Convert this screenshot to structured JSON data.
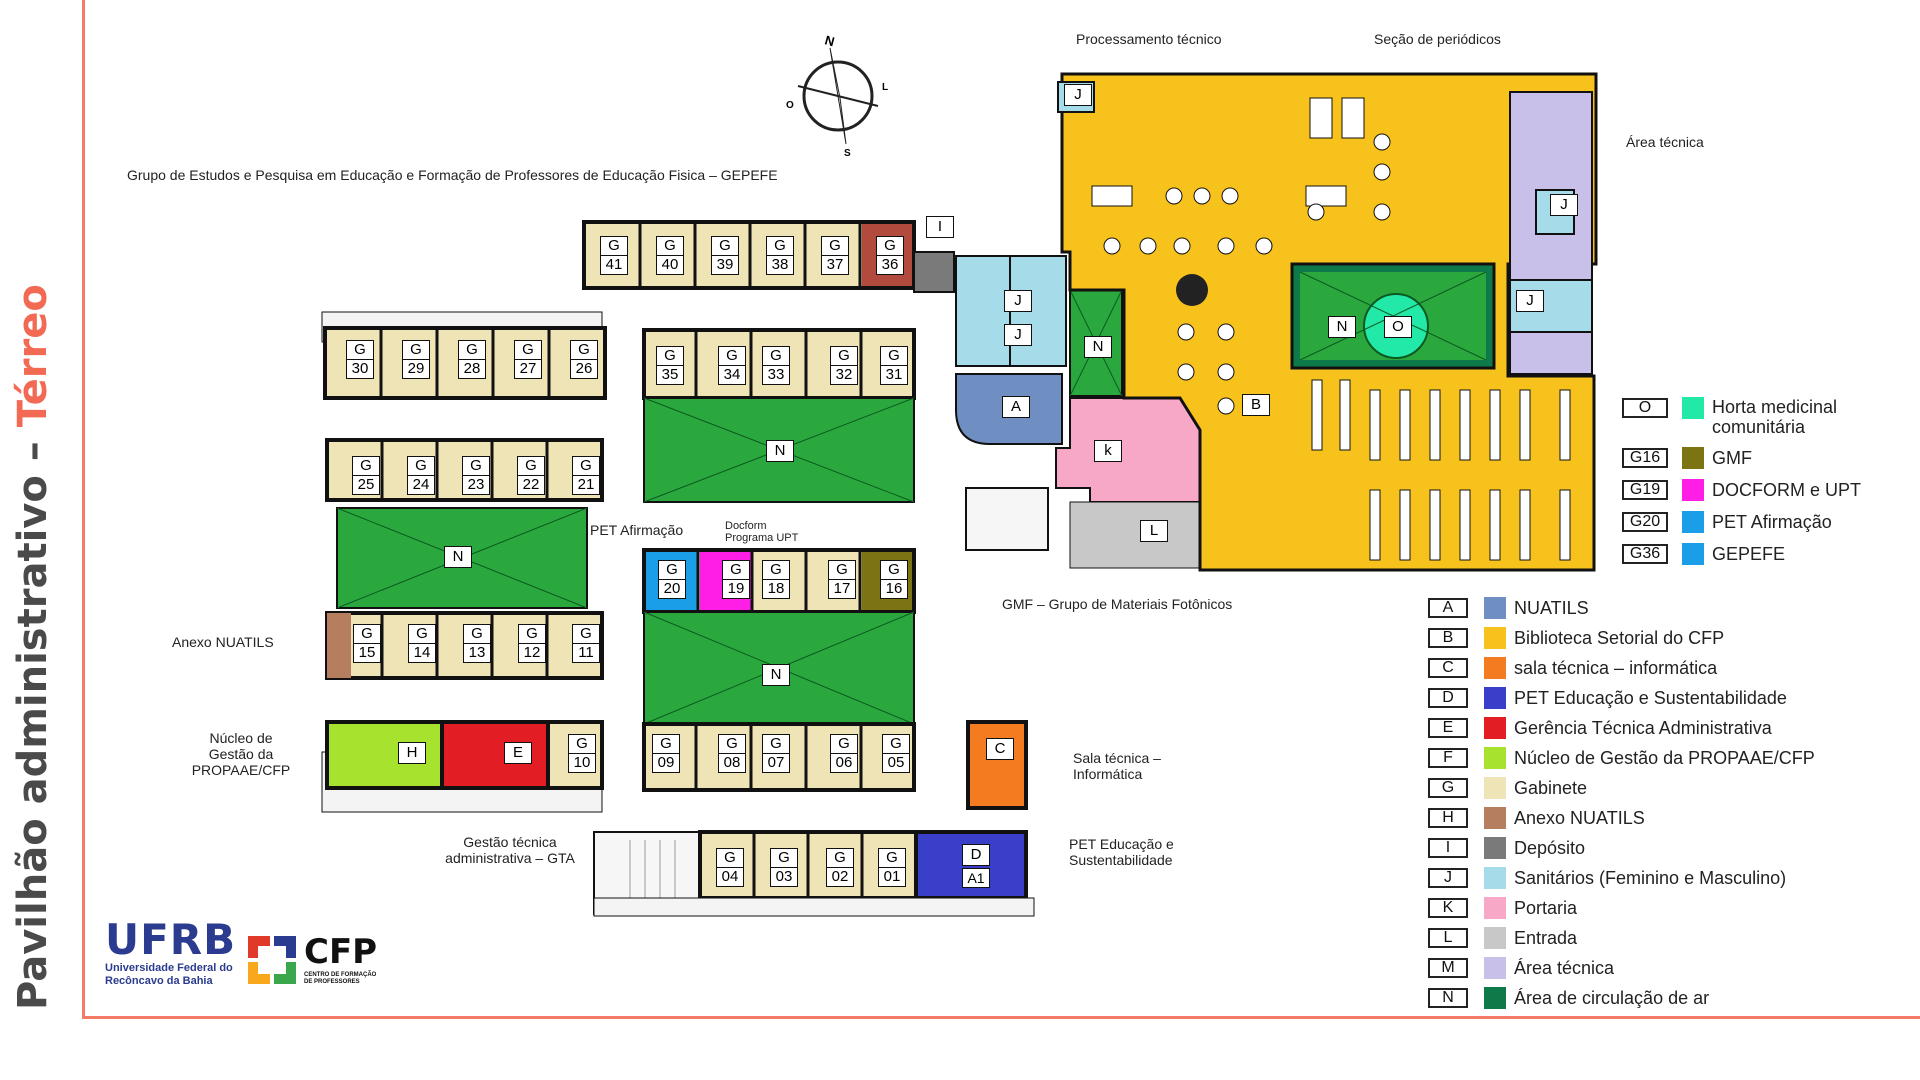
{
  "title": {
    "part1": "Pavilhão administrativo – ",
    "part2": "Térreo"
  },
  "compass": {
    "n": "N",
    "l": "L",
    "o": "O",
    "s": "S"
  },
  "labels": {
    "processamento": "Processamento técnico",
    "periodicos": "Seção de periódicos",
    "area_tecnica": "Área técnica",
    "gepefe": "Grupo de Estudos e Pesquisa em Educação e Formação de Professores de Educação Fisica – GEPEFE",
    "pet_afirmacao": "PET Afirmação",
    "docform_1": "Docform",
    "docform_2": "Programa UPT",
    "gmf": "GMF – Grupo de Materiais Fotônicos",
    "anexo_nuatils": "Anexo NUATILS",
    "nucleo_1": "Núcleo de",
    "nucleo_2": "Gestão da",
    "nucleo_3": "PROPAAE/CFP",
    "sala_tec_1": "Sala técnica –",
    "sala_tec_2": "Informática",
    "gta_1": "Gestão  técnica",
    "gta_2": "administrativa – GTA",
    "pet_edu_1": "PET Educação e",
    "pet_edu_2": "Sustentabilidade"
  },
  "rooms": {
    "g41": "41",
    "g40": "40",
    "g39": "39",
    "g38": "38",
    "g37": "37",
    "g36": "36",
    "g30": "30",
    "g29": "29",
    "g28": "28",
    "g27": "27",
    "g26": "26",
    "g25": "25",
    "g24": "24",
    "g23": "23",
    "g22": "22",
    "g21": "21",
    "g35": "35",
    "g34": "34",
    "g33": "33",
    "g32": "32",
    "g31": "31",
    "g20": "20",
    "g19": "19",
    "g18": "18",
    "g17": "17",
    "g16": "16",
    "g15": "15",
    "g14": "14",
    "g13": "13",
    "g12": "12",
    "g11": "11",
    "g10": "10",
    "g09": "09",
    "g08": "08",
    "g07": "07",
    "g06": "06",
    "g05": "05",
    "g04": "04",
    "g03": "03",
    "g02": "02",
    "g01": "01",
    "g_letter": "G",
    "a1": "A1"
  },
  "legend": [
    {
      "code": "A",
      "color": "#6f8fc2",
      "text": "NUATILS"
    },
    {
      "code": "B",
      "color": "#f8c21c",
      "text": "Biblioteca Setorial do CFP"
    },
    {
      "code": "C",
      "color": "#f47b20",
      "text": "sala técnica – informática"
    },
    {
      "code": "D",
      "color": "#3a3fc9",
      "text": "PET Educação e Sustentabilidade"
    },
    {
      "code": "E",
      "color": "#e21e24",
      "text": "Gerência Técnica Administrativa"
    },
    {
      "code": "F",
      "color": "#a6e22e",
      "text": "Núcleo de Gestão da PROPAAE/CFP"
    },
    {
      "code": "G",
      "color": "#efe4b6",
      "text": "Gabinete"
    },
    {
      "code": "H",
      "color": "#b57f5f",
      "text": "Anexo NUATILS"
    },
    {
      "code": "I",
      "color": "#7a7a7a",
      "text": "Depósito"
    },
    {
      "code": "J",
      "color": "#a6dbea",
      "text": "Sanitários (Feminino e Masculino)"
    },
    {
      "code": "K",
      "color": "#f7a8c6",
      "text": "Portaria"
    },
    {
      "code": "L",
      "color": "#c8c8c8",
      "text": "Entrada"
    },
    {
      "code": "M",
      "color": "#c8c0e8",
      "text": "Área técnica"
    },
    {
      "code": "N",
      "color": "#0e7a4a",
      "text": "Área de circulação de ar"
    }
  ],
  "legend_right": [
    {
      "code": "O",
      "color": "#22e8a8",
      "text": "Horta medicinal",
      "text2": "comunitária"
    },
    {
      "code": "G16",
      "color": "#7c7412",
      "text": "GMF"
    },
    {
      "code": "G19",
      "color": "#ff1ee6",
      "text": "DOCFORM e UPT"
    },
    {
      "code": "G20",
      "color": "#1a9ee8",
      "text": "PET Afirmação"
    },
    {
      "code": "G36",
      "color": "#1a9ee8",
      "text": "GEPEFE"
    }
  ],
  "logo": {
    "ufrb": "UFRB",
    "ufrb_sub1": "Universidade Federal do",
    "ufrb_sub2": "Recôncavo da Bahia",
    "cfp": "CFP",
    "cfp_sub1": "CENTRO DE FORMAÇÃO",
    "cfp_sub2": "DE PROFESSORES"
  }
}
